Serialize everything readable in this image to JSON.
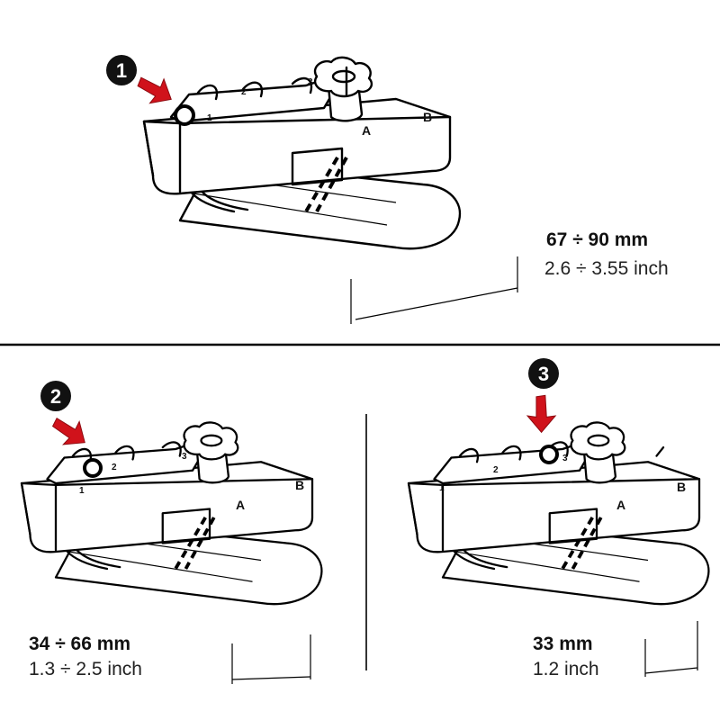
{
  "colors": {
    "arrow": "#d0121b",
    "outline": "#000000",
    "background": "#ffffff"
  },
  "panels": [
    {
      "step": "1",
      "icon": "red-arrow-icon",
      "slots": [
        "1",
        "2",
        "3"
      ],
      "letters": [
        "A",
        "B"
      ],
      "range_mm": "67 ÷ 90 mm",
      "range_inch": "2.6 ÷ 3.55 inch"
    },
    {
      "step": "2",
      "icon": "red-arrow-icon",
      "slots": [
        "1",
        "2",
        "3"
      ],
      "letters": [
        "A",
        "B"
      ],
      "range_mm": "34 ÷ 66 mm",
      "range_inch": "1.3 ÷ 2.5 inch"
    },
    {
      "step": "3",
      "icon": "red-arrow-icon",
      "slots": [
        "1",
        "2",
        "3"
      ],
      "letters": [
        "A",
        "B"
      ],
      "range_mm": "33 mm",
      "range_inch": "1.2 inch"
    }
  ]
}
